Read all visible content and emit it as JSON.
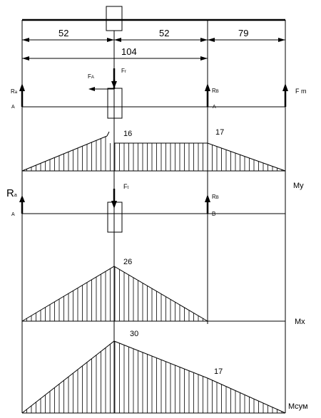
{
  "dimensions": {
    "d1": "52",
    "d2": "52",
    "d3": "79",
    "total": "104"
  },
  "forces": {
    "fa": "F",
    "fa_sub": "A",
    "fr": "F",
    "fr_sub": "r",
    "ft": "F",
    "ft_sub": "t",
    "fm": "F m",
    "ra_top": "R",
    "ra_top_sub": "a",
    "rb_top": "R",
    "rb_top_sub": "B",
    "ra_bot": "R",
    "ra_bot_sub": "a",
    "rb_bot": "R",
    "rb_bot_sub": "B"
  },
  "supports": {
    "a_top": "A",
    "b_top": "A",
    "a_bot": "A",
    "b_bot": "B"
  },
  "moments": {
    "my_label": "My",
    "my_left": "16",
    "my_right": "17",
    "mx_label": "Mx",
    "mx_peak": "26",
    "msum_label": "Mсум",
    "msum_peak": "30",
    "msum_right": "17"
  }
}
